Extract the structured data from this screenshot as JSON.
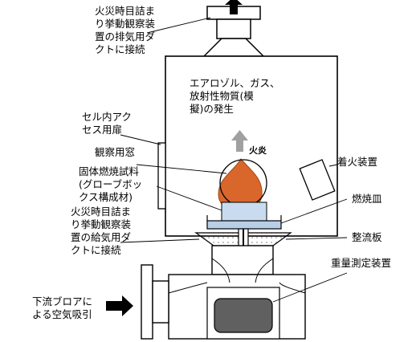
{
  "labels": {
    "exhaust_duct": "火災時目詰ま\nり挙動観察装\n置の排気用ダ\nクトに接続",
    "emission": "エアロゾル、ガス、\n放射性物質(模\n擬)の発生",
    "cell_door": "セル内アク\nセス用扉",
    "observation_window": "観察用窓",
    "fire": "火炎",
    "fuel_sample": "固体燃焼試料\n(グローブボッ\nクス構成材)",
    "igniter": "着火装置",
    "burn_dish": "燃焼皿",
    "intake_duct": "火災時目詰ま\nり挙動観察装\n置の給気用ダ\nクトに接続",
    "flow_plate": "整流板",
    "weight_device": "重量測定装置",
    "blower": "下流ブロアに\nよる空気吸引"
  },
  "colors": {
    "flame": "#d9662b",
    "sample": "#c9dcef",
    "dish": "#b8cfe8",
    "scale": "#606060",
    "arrow": "#a0a0a0",
    "line": "#000000"
  }
}
